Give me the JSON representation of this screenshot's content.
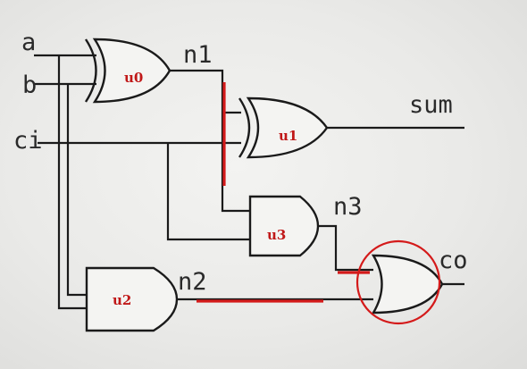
{
  "signals": {
    "a": "a",
    "b": "b",
    "ci": "ci",
    "n1": "n1",
    "n2": "n2",
    "n3": "n3",
    "sum": "sum",
    "co": "co"
  },
  "gates": {
    "u0": {
      "label": "u0",
      "type": "XOR"
    },
    "u1": {
      "label": "u1",
      "type": "XOR"
    },
    "u2": {
      "label": "u2",
      "type": "AND"
    },
    "u3": {
      "label": "u3",
      "type": "AND"
    },
    "co_gate": {
      "type": "OR"
    }
  },
  "colors": {
    "wire": "#1a1a1a",
    "gate_label": "#c01818",
    "highlight": "#d41a1a"
  }
}
